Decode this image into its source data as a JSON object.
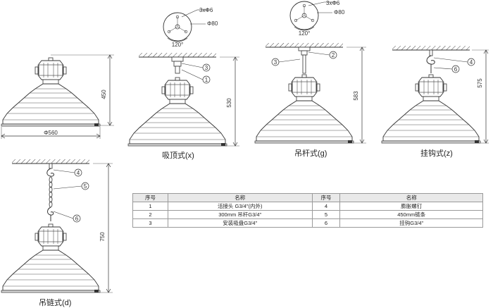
{
  "captions": {
    "ceiling": "吸顶式(x)",
    "pole": "吊杆式(g)",
    "hook": "挂钩式(z)",
    "chain": "吊链式(d)"
  },
  "dimensions": {
    "base_dia": "Φ560",
    "height_plain": "450",
    "height_ceiling": "530",
    "height_pole": "583",
    "height_hook": "575",
    "height_chain": "750",
    "hole_spec": "3xΦ6",
    "plate_dia": "Φ80",
    "hole_angle": "120°"
  },
  "callouts": [
    "1",
    "2",
    "3",
    "4",
    "5",
    "6"
  ],
  "parts_table": {
    "headers": [
      "序号",
      "名称",
      "序号",
      "名称"
    ],
    "rows": [
      [
        "1",
        "活接头 G3/4\"(内外)",
        "4",
        "膨胀螺钉"
      ],
      [
        "2",
        "300mm 吊杆G3/4\"",
        "5",
        "450mm链条"
      ],
      [
        "3",
        "安装吸盘G3/4\"",
        "6",
        "挂钩G3/4\""
      ]
    ]
  },
  "colors": {
    "line": "#333333",
    "accent_fill": "#dcdcdc"
  }
}
